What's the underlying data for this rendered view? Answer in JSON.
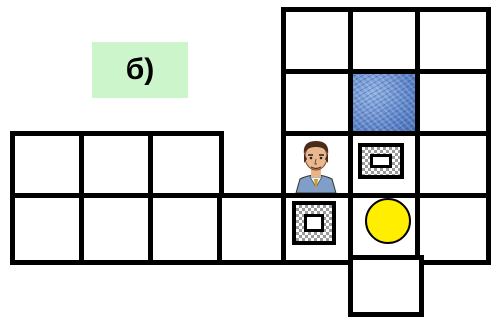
{
  "label": {
    "text": "б)"
  },
  "board": {
    "cells": [
      "r0c4",
      "r0c5",
      "r0c6",
      "r1c4",
      "r1c5-water",
      "r1c6",
      "r2c0",
      "r2c1",
      "r2c2",
      "r2c4",
      "r2c5",
      "r2c6",
      "r3c0",
      "r3c1",
      "r3c2",
      "r3c3",
      "r3c4",
      "r3c5",
      "r3c6",
      "r4c5"
    ]
  },
  "pieces": {
    "person": {
      "icon": "man-portrait-icon"
    },
    "box_a": {
      "icon": "checkered-box-icon"
    },
    "box_b": {
      "icon": "checkered-box-icon"
    },
    "ball": {
      "icon": "yellow-ball-icon",
      "color": "#ffee00"
    }
  },
  "colors": {
    "label_bg": "#ccf5cc",
    "water": "#5a82c8",
    "grid": "#000000"
  }
}
